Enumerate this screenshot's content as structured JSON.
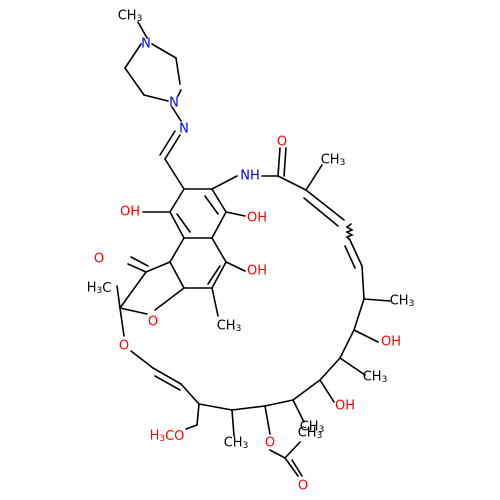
{
  "colors": {
    "bond": "#000000",
    "oxygen": "#ff0000",
    "nitrogen": "#0000ff",
    "carbon": "#000000",
    "background": "#ffffff"
  },
  "atoms": {
    "ch3_top": "CH3",
    "n_pip_top": "N",
    "n_pip_bottom": "N",
    "n_imine": "N",
    "nh_amide": "NH",
    "o_amide": "O",
    "ch3_amide": "CH3",
    "oh_left": "OH",
    "oh_mid": "OH",
    "oh_lower": "OH",
    "o_ketone": "O",
    "h3c_quat": "H3C",
    "o_furan": "O",
    "ch3_arom": "CH3",
    "o_ether": "O",
    "ch3_c1": "CH3",
    "oh_c2": "OH",
    "ch3_c3": "CH3",
    "oh_c4": "OH",
    "ch3_c5": "CH3",
    "h3co": "H3CO",
    "ch3_c6": "CH3",
    "o_ester": "O",
    "ch3_acetyl": "CH3",
    "o_acetyl": "O"
  }
}
